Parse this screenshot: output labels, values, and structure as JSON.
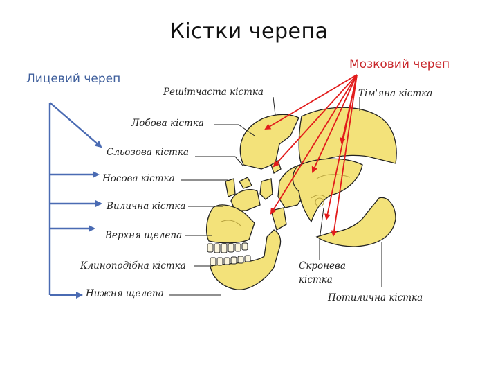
{
  "title": "Кістки черепа",
  "groups": {
    "facial": "Лицевий череп",
    "cranial": "Мозковий череп"
  },
  "labels": {
    "ethmoid": "Решітчаста кістка",
    "frontal": "Лобова кістка",
    "lacrimal": "Сльозова кістка",
    "nasal": "Носова кістка",
    "zygomatic": "Вилична кістка",
    "maxilla": "Верхня щелепа",
    "sphenoid": "Клиноподібна кістка",
    "mandible": "Нижня щелепа",
    "parietal": "Тім'яна кістка",
    "temporal_1": "Скронева",
    "temporal_2": "кістка",
    "occipital": "Потилична кістка"
  },
  "colors": {
    "facial_arrows": "#4a6bb3",
    "cranial_arrows": "#e21b1b",
    "bone_fill": "#f3e27a",
    "bone_shade": "#c9b54a"
  }
}
